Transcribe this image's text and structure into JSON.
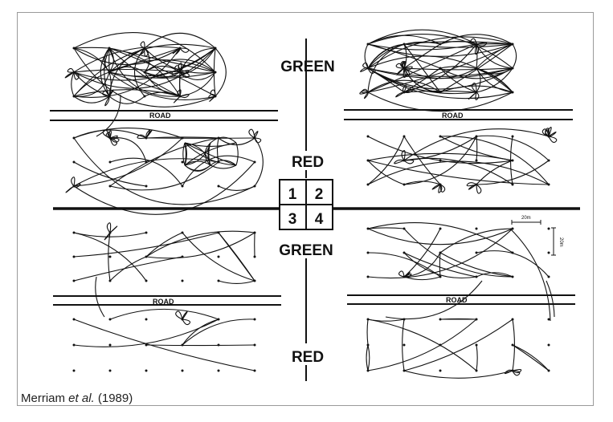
{
  "figure": {
    "labels": {
      "green_top": "GREEN",
      "red_mid": "RED",
      "green_mid": "GREEN",
      "red_bottom": "RED"
    },
    "quadrants": [
      "1",
      "2",
      "3",
      "4"
    ],
    "road_label": "ROAD",
    "scale": {
      "horizontal": "20m",
      "vertical": "20m"
    }
  },
  "caption": {
    "author": "Merriam",
    "etal": "et al.",
    "year": "(1989)"
  }
}
